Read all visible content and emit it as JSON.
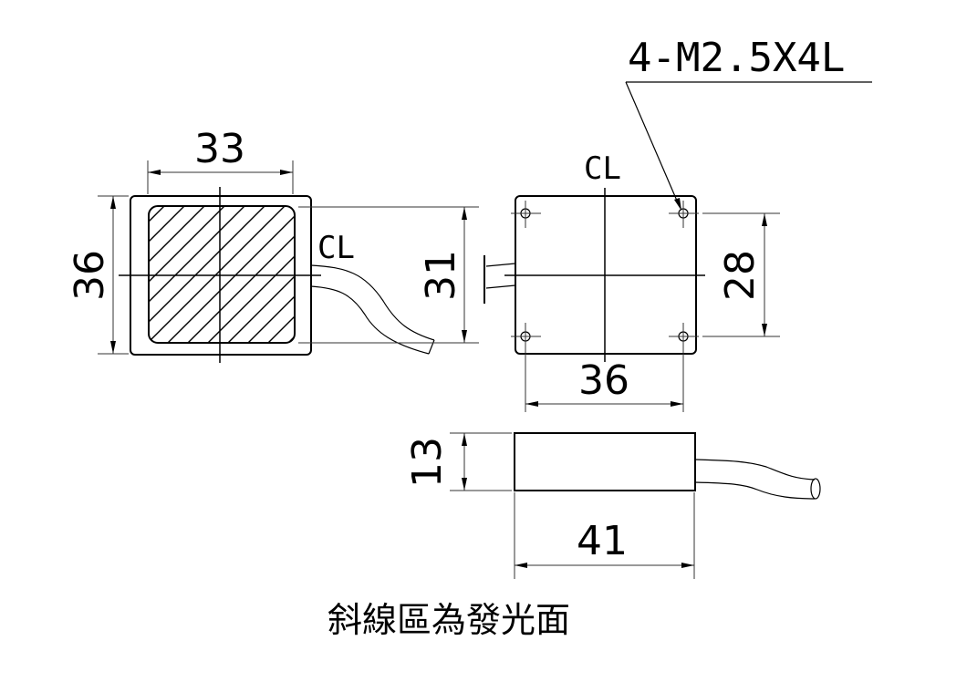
{
  "drawing": {
    "front_view": {
      "width_label": "33",
      "height_label": "36",
      "cable_offset_label": "31",
      "centerline_label": "CL"
    },
    "back_view": {
      "width_label": "36",
      "hole_pitch_label": "28",
      "centerline_label": "CL",
      "hole_note": "4-M2.5X4L"
    },
    "side_view": {
      "thickness_label": "13",
      "length_label": "41"
    },
    "caption": "斜線區為發光面"
  }
}
